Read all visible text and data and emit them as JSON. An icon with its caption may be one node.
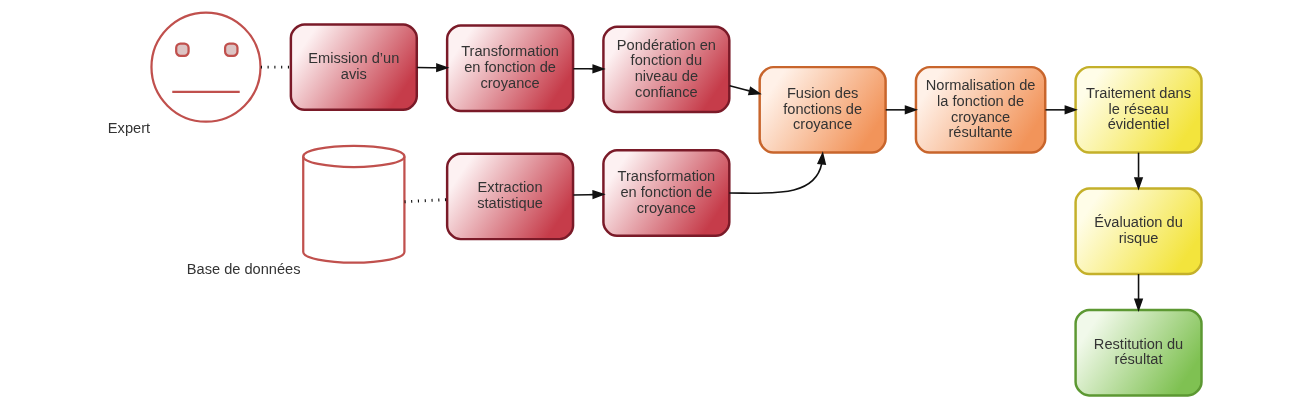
{
  "diagram": {
    "nodes": [
      {
        "text": [],
        "shape": "picture",
        "beside": [
          "Expert"
        ]
      },
      {
        "text": [
          "Emission d’un avis"
        ]
      },
      {
        "text": [
          "Transformation en fonction de croyance"
        ]
      },
      {
        "text": [
          "Pondération en fonction du niveau de confiance"
        ]
      },
      {
        "text": [
          "Fusion des fonctions de croyance"
        ]
      },
      {
        "text": [
          "Normalisation de la fonction de croyance résultante"
        ]
      },
      {
        "text": [
          "Traitement dans le réseau évidentiel"
        ]
      },
      {
        "text": [
          "Évaluation du risque"
        ]
      },
      {
        "text": [
          "Restitution du résultat"
        ]
      },
      {
        "text": [],
        "shape": "cylinder",
        "beside": [
          "Base de données"
        ]
      },
      {
        "text": [
          "Extraction statistique"
        ]
      },
      {
        "text": [
          "Transformation en fonction de croyance"
        ]
      }
    ],
    "edges": [
      {
        "from": 0,
        "to": 1,
        "arrow": "none",
        "style": "dashed"
      },
      {
        "from": 1,
        "to": 2,
        "arrow": "to"
      },
      {
        "from": 2,
        "to": 3,
        "arrow": "to"
      },
      {
        "from": 3,
        "to": 4,
        "arrow": "to"
      },
      {
        "from": 4,
        "to": 5,
        "arrow": "to"
      },
      {
        "from": 5,
        "to": 6,
        "arrow": "to"
      },
      {
        "from": 6,
        "to": 7,
        "arrow": "to"
      },
      {
        "from": 7,
        "to": 8,
        "arrow": "to"
      },
      {
        "from": 9,
        "to": 10,
        "arrow": "none",
        "style": "dashed"
      },
      {
        "from": 10,
        "to": 11,
        "arrow": "to"
      },
      {
        "from": 11,
        "to": 4,
        "arrow": "to"
      }
    ]
  }
}
